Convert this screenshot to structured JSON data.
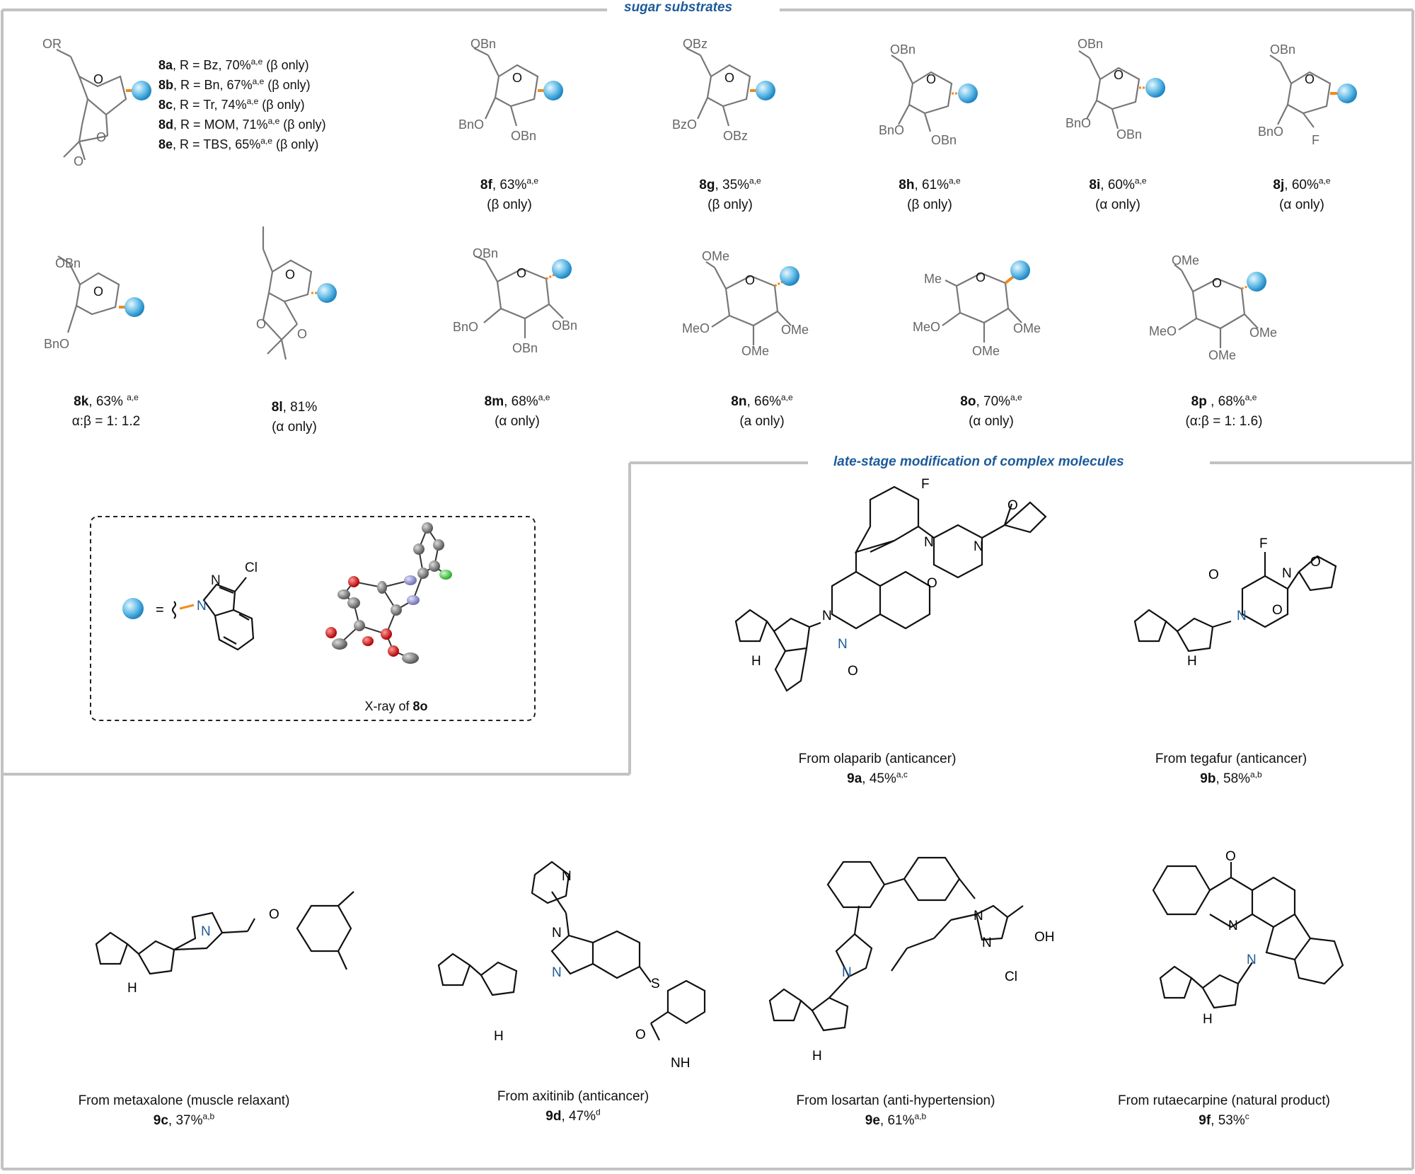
{
  "headers": {
    "sugar": "sugar substrates",
    "late": "late-stage modification of complex molecules"
  },
  "legend": [
    {
      "id": "8a",
      "text": ", R = Bz, 70%",
      "sup": "a,e",
      "note": "  (β only)"
    },
    {
      "id": "8b",
      "text": ", R = Bn, 67%",
      "sup": "a,e",
      "note": "  (β only)"
    },
    {
      "id": "8c",
      "text": ", R = Tr, 74%",
      "sup": "a,e",
      "note": "  (β only)"
    },
    {
      "id": "8d",
      "text": ", R = MOM, 71%",
      "sup": "a,e",
      "note": "  (β only)"
    },
    {
      "id": "8e",
      "text": ", R = TBS, 65%",
      "sup": "a,e",
      "note": "  (β only)"
    }
  ],
  "captions": {
    "8f": {
      "id": "8f",
      "yield": ",  63%",
      "sup": "a,e",
      "sel": "(β only)"
    },
    "8g": {
      "id": "8g",
      "yield": ", 35%",
      "sup": "a,e",
      "sel": "(β only)"
    },
    "8h": {
      "id": "8h",
      "yield": ",  61%",
      "sup": "a,e",
      "sel": "(β only)"
    },
    "8i": {
      "id": "8i",
      "yield": ",  60%",
      "sup": "a,e",
      "sel": "(α only)"
    },
    "8j": {
      "id": "8j",
      "yield": ", 60%",
      "sup": "a,e",
      "sel": "(α only)"
    },
    "8k": {
      "id": "8k",
      "yield": ", 63% ",
      "sup": "a,e",
      "sel": "α:β = 1: 1.2"
    },
    "8l": {
      "id": "8l",
      "yield": ", 81%",
      "sup": "",
      "sel": "(α only)"
    },
    "8m": {
      "id": "8m",
      "yield": ", 68%",
      "sup": "a,e",
      "sel": "(α only)"
    },
    "8n": {
      "id": "8n",
      "yield": ", 66%",
      "sup": "a,e",
      "sel": "(a only)"
    },
    "8o": {
      "id": "8o",
      "yield": ", 70%",
      "sup": "a,e",
      "sel": "(α only)"
    },
    "8p": {
      "id": "8p",
      "yield": " , 68%",
      "sup": "a,e",
      "sel": "(α:β = 1: 1.6)"
    },
    "9a": {
      "from": "From olaparib (anticancer)",
      "id": "9a",
      "yield": ", 45%",
      "sup": "a,c"
    },
    "9b": {
      "from": "From tegafur (anticancer)",
      "id": "9b",
      "yield": ", 58%",
      "sup": "a,b"
    },
    "9c": {
      "from": "From metaxalone (muscle relaxant)",
      "id": "9c",
      "yield": ", 37%",
      "sup": "a,b"
    },
    "9d": {
      "from": "From axitinib (anticancer)",
      "id": "9d",
      "yield": ", 47%",
      "sup": "d"
    },
    "9e": {
      "from": "From losartan (anti-hypertension)",
      "id": "9e",
      "yield": ", 61%",
      "sup": "a,b"
    },
    "9f": {
      "from": "From rutaecarpine (natural product)",
      "id": "9f",
      "yield": ", 53%",
      "sup": "c"
    }
  },
  "xray": {
    "prefix": "X-ray of ",
    "id": "8o"
  },
  "atoms": {
    "OR": "OR",
    "O": "O",
    "OBn": "OBn",
    "BnO": "BnO",
    "OBz": "OBz",
    "BzO": "BzO",
    "F": "F",
    "OMe": "OMe",
    "MeO": "MeO",
    "Me": "Me",
    "N": "N",
    "Cl": "Cl",
    "H": "H",
    "S": "S",
    "NH": "NH",
    "OH": "OH",
    "eq": "="
  },
  "colors": {
    "frame": "#c2c2c2",
    "header": "#1d5b9a",
    "bond_orange": "#f08a1c",
    "nitrogen": "#1d5b9a",
    "sphere": "#3aa6dc",
    "substituent": "#666666"
  }
}
